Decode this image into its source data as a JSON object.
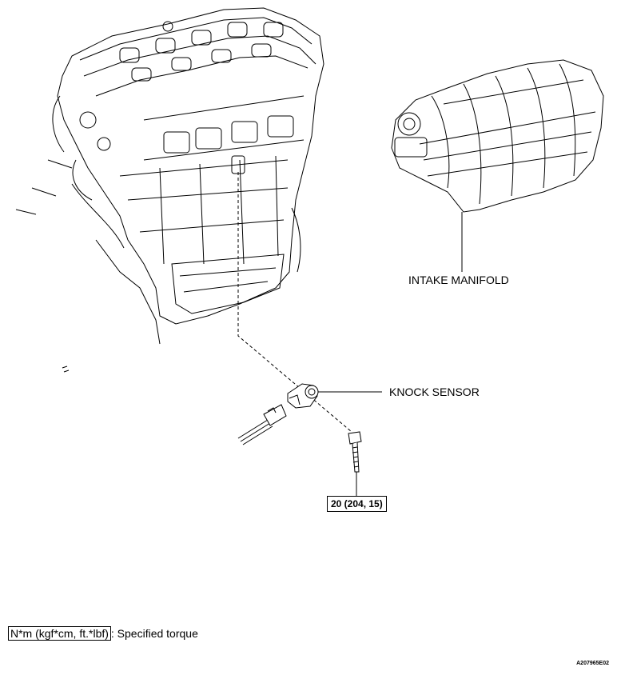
{
  "labels": {
    "intake_manifold": "INTAKE MANIFOLD",
    "knock_sensor": "KNOCK SENSOR"
  },
  "torque_callout": "20 (204, 15)",
  "legend": {
    "unit": "N*m (kgf*cm, ft.*lbf)",
    "text": ": Specified torque"
  },
  "figure_id": "A207965E02"
}
